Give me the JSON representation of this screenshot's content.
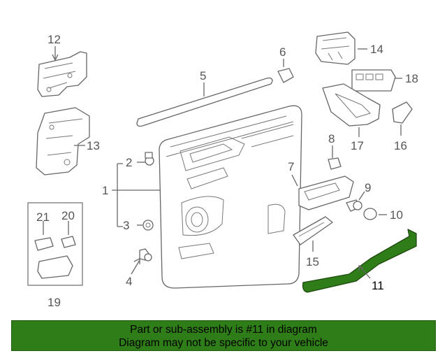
{
  "diagram": {
    "callouts": [
      "1",
      "2",
      "3",
      "4",
      "5",
      "6",
      "7",
      "8",
      "9",
      "10",
      "11",
      "12",
      "13",
      "14",
      "15",
      "16",
      "17",
      "18",
      "19",
      "20",
      "21"
    ],
    "highlighted_part": "11",
    "highlight_color": "#2f7d18"
  },
  "banner": {
    "line1": "Part or sub-assembly is #11 in diagram",
    "line2": "Diagram may not be specific to your vehicle",
    "background": "#2f7d18"
  }
}
